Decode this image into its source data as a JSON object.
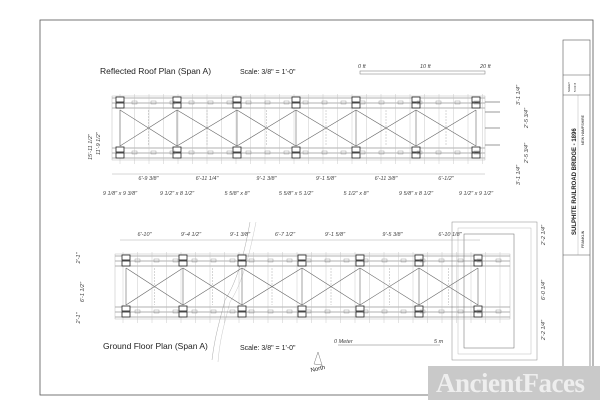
{
  "roof_plan": {
    "title": "Reflected Roof Plan (Span A)",
    "scale": "Scale: 3/8\" = 1'-0\"",
    "scale_bar": [
      "0 ft",
      "10 ft",
      "20 ft"
    ],
    "panel_dims": [
      "6'-9 3/8\"",
      "6'-11 1/4\"",
      "9'-1 3/8\"",
      "9'-1 5/8\"",
      "6'-11 3/8\"",
      "6'-1/2\""
    ],
    "post_sizes": [
      "9 1/8\" x 9 3/8\"",
      "9 1/2\" x 8 1/2\"",
      "5 5/8\" x 8\"",
      "5 5/8\" x 5 1/2\"",
      "5 1/2\" x 8\"",
      "9 5/8\" x 8 1/2\"",
      "9 1/2\" x 9 1/2\""
    ],
    "left_dims": [
      "15'-11 1/2\"",
      "11'-9 1/2\""
    ],
    "right_dims": [
      "3'-1 1/4\"",
      "2'-5 3/4\"",
      "2'-5 3/4\"",
      "3'-1 1/4\""
    ]
  },
  "floor_plan": {
    "title": "Ground Floor Plan (Span A)",
    "scale": "Scale: 3/8\" = 1'-0\"",
    "scale_bar": [
      "0 Meter",
      "5 m"
    ],
    "panel_dims": [
      "6'-10\"",
      "9'-4 1/2\"",
      "9'-1 3/8\"",
      "6'-7 1/2\"",
      "9'-1 5/8\"",
      "9'-5 3/8\"",
      "6'-10 1/8\""
    ],
    "left_dims": [
      "2'-1\"",
      "6'-1 1/2\"",
      "2'-1\""
    ],
    "right_dims": [
      "2'-2 1/4\"",
      "6'-0 1/4\"",
      "2'-2 1/4\""
    ],
    "north_label": "North"
  },
  "title_block": {
    "name": "SULPHITE RAILROAD BRIDGE - 1896",
    "state": "NEW HAMPSHIRE",
    "city": "FRANKLIN",
    "sheet_label": "SHEET",
    "sheet": "5 OF 8"
  },
  "watermark": "AncientFaces"
}
